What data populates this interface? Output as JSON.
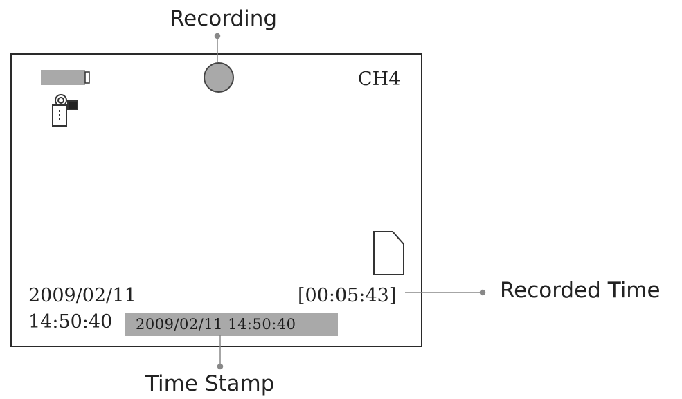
{
  "callouts": {
    "recording": "Recording",
    "recorded_time": "Recorded Time",
    "time_stamp": "Time Stamp"
  },
  "screen": {
    "channel": "CH4",
    "date": "2009/02/11",
    "time": "14:50:40",
    "recorded_time": "[00:05:43]",
    "time_stamp": "2009/02/11   14:50:40"
  },
  "icons": [
    "battery-icon",
    "camcorder-icon",
    "recording-indicator-icon",
    "sd-card-icon"
  ],
  "colors": {
    "indicator_fill": "#a9a9a9",
    "stamp_bg": "#a9a9a9",
    "border": "#2a2a2a",
    "leader": "#888888"
  }
}
